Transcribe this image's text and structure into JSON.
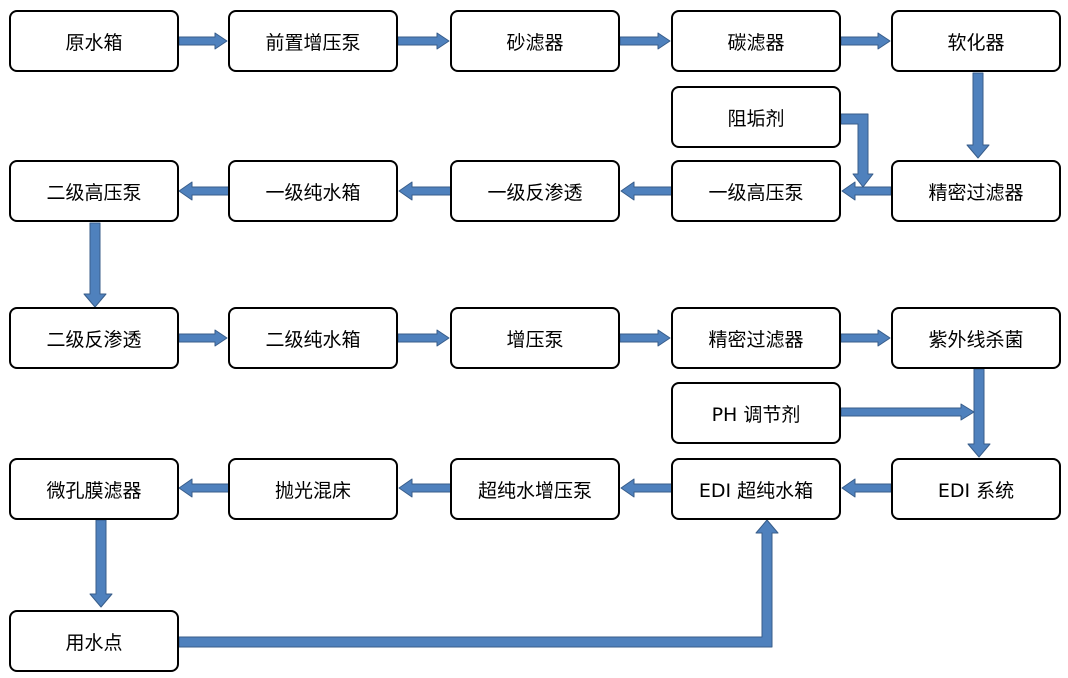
{
  "colors": {
    "arrow_fill": "#4F81BD",
    "arrow_stroke": "#385D8A",
    "box_border": "#000000",
    "box_fill": "#FFFFFF"
  },
  "nodes": {
    "raw_tank": "原水箱",
    "pre_boost_pump": "前置增压泵",
    "sand_filter": "砂滤器",
    "carbon_filter": "碳滤器",
    "softener": "软化器",
    "antiscalant": "阻垢剂",
    "precision_filter_1": "精密过滤器",
    "hp_pump_1": "一级高压泵",
    "ro_1": "一级反渗透",
    "pure_tank_1": "一级纯水箱",
    "hp_pump_2": "二级高压泵",
    "ro_2": "二级反渗透",
    "pure_tank_2": "二级纯水箱",
    "boost_pump": "增压泵",
    "precision_filter_2": "精密过滤器",
    "uv_sterilizer": "紫外线杀菌",
    "ph_agent": "PH 调节剂",
    "edi_system": "EDI 系统",
    "edi_tank": "EDI 超纯水箱",
    "up_boost_pump": "超纯水增压泵",
    "polishing_bed": "抛光混床",
    "micro_filter": "微孔膜滤器",
    "use_point": "用水点"
  }
}
